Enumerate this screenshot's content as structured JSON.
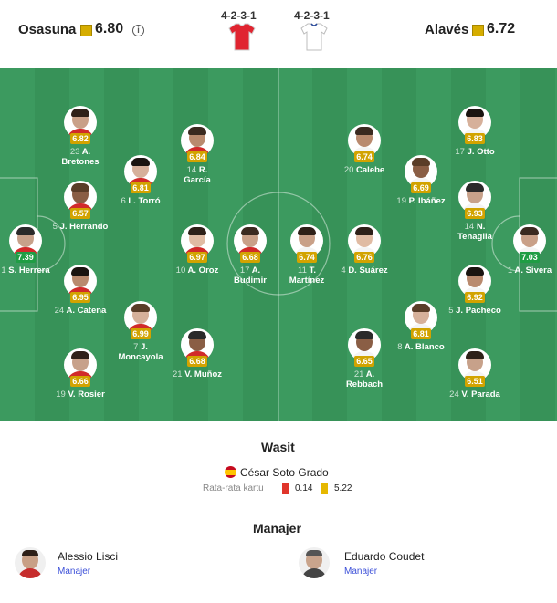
{
  "home": {
    "name": "Osasuna",
    "rating": "6.80",
    "formation": "4-2-3-1",
    "color": "#d6ad00",
    "shirt_color": "#e02430"
  },
  "away": {
    "name": "Alavés",
    "rating": "6.72",
    "formation": "4-2-3-1",
    "color": "#d6ad00",
    "shirt_color": "#ffffff"
  },
  "icons": {
    "info": "info-icon"
  },
  "home_players": [
    {
      "number": "23",
      "name": "A.",
      "name2": "Bretones",
      "rating": "6.82",
      "badge": "yellow"
    },
    {
      "number": "14",
      "name": "R.",
      "name2": "García",
      "rating": "6.84",
      "badge": "yellow"
    },
    {
      "number": "6",
      "name": "L. Torró",
      "name2": "",
      "rating": "6.81",
      "badge": "yellow"
    },
    {
      "number": "5",
      "name": "J. Herrando",
      "name2": "",
      "rating": "6.57",
      "badge": "yellow"
    },
    {
      "number": "1",
      "name": "S. Herrera",
      "name2": "",
      "rating": "7.39",
      "badge": "green"
    },
    {
      "number": "10",
      "name": "A. Oroz",
      "name2": "",
      "rating": "6.97",
      "badge": "yellow"
    },
    {
      "number": "17",
      "name": "A.",
      "name2": "Budimir",
      "rating": "6.68",
      "badge": "yellow"
    },
    {
      "number": "24",
      "name": "A. Catena",
      "name2": "",
      "rating": "6.95",
      "badge": "yellow"
    },
    {
      "number": "7",
      "name": "J.",
      "name2": "Moncayola",
      "rating": "6.99",
      "badge": "yellow"
    },
    {
      "number": "21",
      "name": "V. Muñoz",
      "name2": "",
      "rating": "6.68",
      "badge": "yellow"
    },
    {
      "number": "19",
      "name": "V. Rosier",
      "name2": "",
      "rating": "6.66",
      "badge": "yellow"
    }
  ],
  "away_players": [
    {
      "number": "11",
      "name": "T.",
      "name2": "Martínez",
      "rating": "6.74",
      "badge": "yellow"
    },
    {
      "number": "20",
      "name": "Calebe",
      "name2": "",
      "rating": "6.74",
      "badge": "yellow"
    },
    {
      "number": "17",
      "name": "J. Otto",
      "name2": "",
      "rating": "6.83",
      "badge": "yellow"
    },
    {
      "number": "19",
      "name": "P. Ibáñez",
      "name2": "",
      "rating": "6.69",
      "badge": "yellow"
    },
    {
      "number": "14",
      "name": "N.",
      "name2": "Tenaglia",
      "rating": "6.93",
      "badge": "yellow"
    },
    {
      "number": "4",
      "name": "D. Suárez",
      "name2": "",
      "rating": "6.76",
      "badge": "yellow"
    },
    {
      "number": "1",
      "name": "A. Sivera",
      "name2": "",
      "rating": "7.03",
      "badge": "green"
    },
    {
      "number": "5",
      "name": "J. Pacheco",
      "name2": "",
      "rating": "6.92",
      "badge": "yellow"
    },
    {
      "number": "8",
      "name": "A. Blanco",
      "name2": "",
      "rating": "6.81",
      "badge": "yellow"
    },
    {
      "number": "21",
      "name": "A.",
      "name2": "Rebbach",
      "rating": "6.65",
      "badge": "yellow"
    },
    {
      "number": "24",
      "name": "V. Parada",
      "name2": "",
      "rating": "6.51",
      "badge": "yellow"
    }
  ],
  "referee": {
    "title": "Wasit",
    "name": "César Soto Grado",
    "avg_label": "Rata-rata kartu",
    "red_avg": "0.14",
    "yellow_avg": "5.22",
    "red_color": "#e0352b",
    "yellow_color": "#e6b800"
  },
  "managers": {
    "title": "Manajer",
    "home": {
      "name": "Alessio Lisci",
      "role": "Manajer"
    },
    "away": {
      "name": "Eduardo Coudet",
      "role": "Manajer"
    }
  }
}
